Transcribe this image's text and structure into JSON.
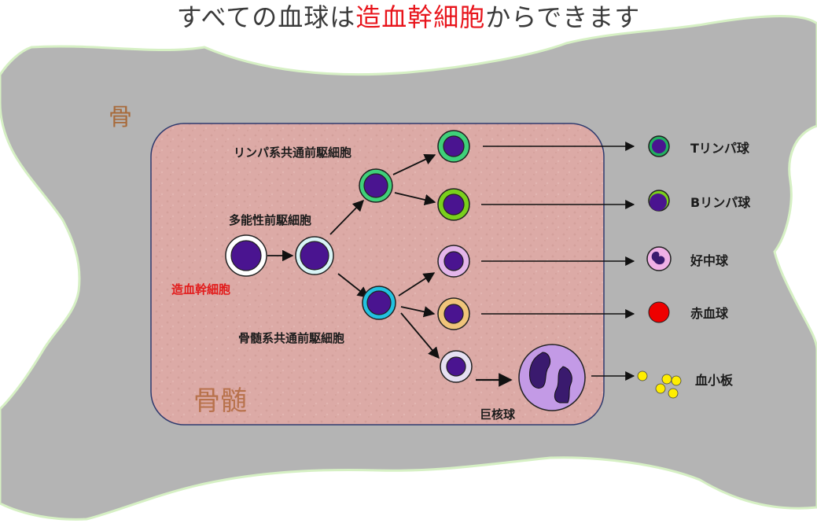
{
  "title": {
    "prefix": "すべての血球は",
    "highlight": "造血幹細胞",
    "suffix": "からできます"
  },
  "labels": {
    "bone": "骨",
    "marrow": "骨髄",
    "hsc": "造血幹細胞",
    "mpp": "多能性前駆細胞",
    "clp": "リンパ系共通前駆細胞",
    "cmp": "骨髄系共通前駆細胞",
    "megakaryocyte": "巨核球"
  },
  "outputs": {
    "t_cell": "Tリンパ球",
    "b_cell": "Bリンパ球",
    "neutrophil": "好中球",
    "rbc": "赤血球",
    "platelet": "血小板"
  },
  "colors": {
    "bone": "#b4b4b4",
    "bone_edge": "#d6f0c4",
    "marrow": "#dcaaa6",
    "marrow_border": "#2e3a6e",
    "nucleus": "#4a1490",
    "title_highlight": "#e8141b",
    "hsc_label": "#e21b1b",
    "clp_ring": "#3fd07a",
    "b_ring": "#7ad01c",
    "cmp_ring": "#22c2e0",
    "neutro_ring": "#d77adf",
    "ery_ring": "#f0c47a",
    "mega_body": "#c39ae6",
    "rbc": "#ee0000",
    "platelet": "#ffee00"
  }
}
